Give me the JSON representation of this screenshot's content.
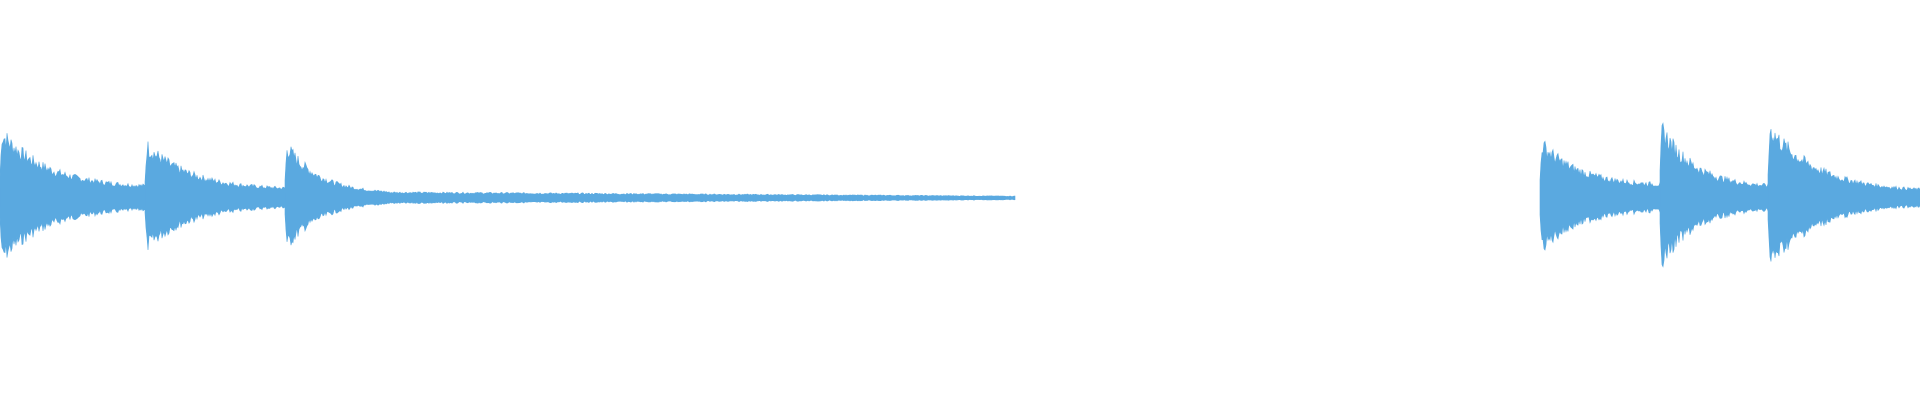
{
  "waveform": {
    "color": "#5aa9e0",
    "background": "#ffffff",
    "center_fraction": 0.5,
    "segments": [
      {
        "name": "segment-1",
        "onset_peak": 0.37,
        "sustain": 0.05,
        "decay_shape": "sharp-attack-slow-decay"
      },
      {
        "name": "segment-2",
        "onset_peak": 0.3,
        "sustain": 0.04,
        "decay_shape": "sharp-attack-slow-decay"
      },
      {
        "name": "segment-3",
        "onset_peak": 0.3,
        "sustain": 0.01,
        "decay_shape": "fade-to-silence"
      },
      {
        "name": "segment-4",
        "onset_peak": 0.31,
        "sustain": 0.06,
        "decay_shape": "sharp-attack-slow-decay"
      },
      {
        "name": "segment-5",
        "onset_peak": 0.4,
        "sustain": 0.05,
        "decay_shape": "sharp-attack-slow-decay"
      },
      {
        "name": "segment-6",
        "onset_peak": 0.4,
        "sustain": 0.03,
        "decay_shape": "sharp-attack-slow-decay"
      }
    ]
  }
}
